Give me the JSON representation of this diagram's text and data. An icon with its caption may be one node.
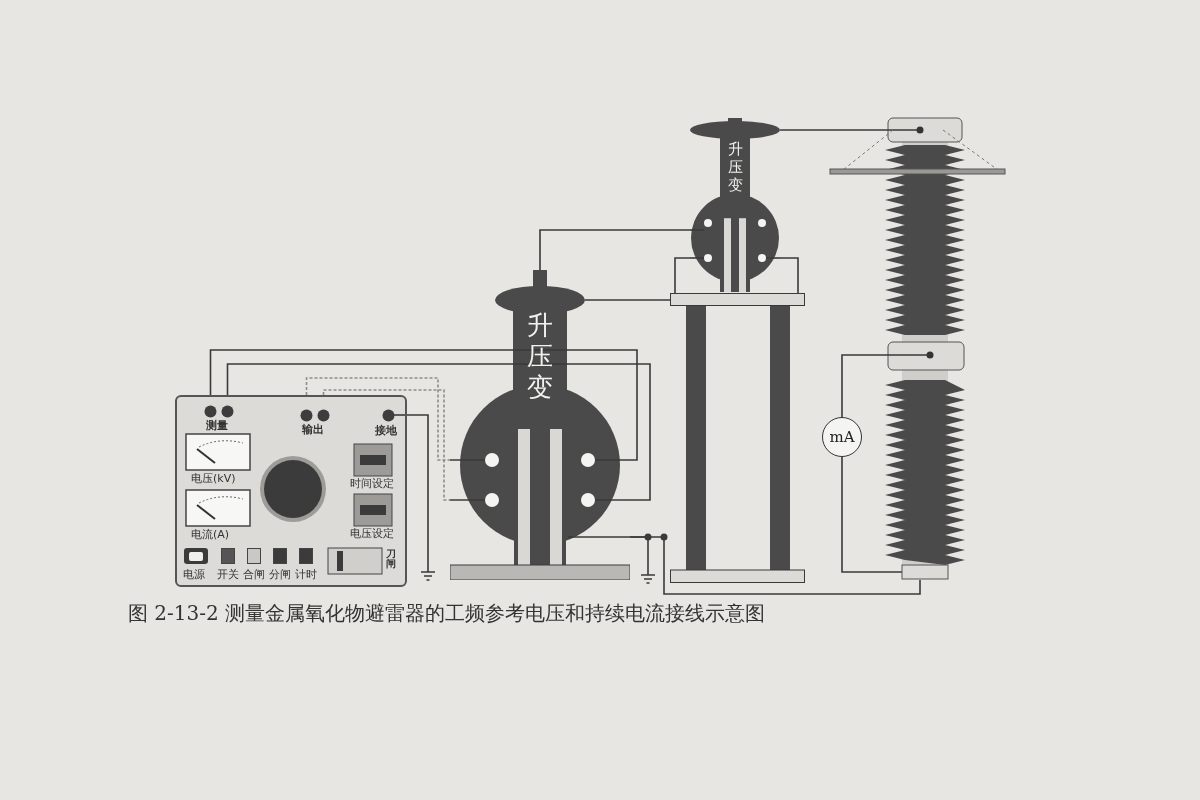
{
  "diagram": {
    "caption": "图 2-13-2 测量金属氧化物避雷器的工频参考电压和持续电流接线示意图",
    "nodes": [
      {
        "text": [
          "测量",
          "输出",
          "接地"
        ]
      },
      {
        "text": [
          "电压(kV)"
        ],
        "in": 0
      },
      {
        "text": [
          "电流(A)"
        ],
        "in": 0
      },
      {
        "text": [
          "时间设定"
        ],
        "in": 0
      },
      {
        "text": [
          "电压设定"
        ],
        "in": 0
      },
      {
        "text": [
          "刀闸"
        ],
        "in": 0
      },
      {
        "text": [
          "升压变"
        ]
      },
      {
        "text": [
          "升压变"
        ]
      },
      {
        "text": [],
        "shape": "box"
      },
      {
        "text": [],
        "shape": "picture"
      },
      {
        "text": [
          "mA"
        ]
      },
      {
        "text": [],
        "shape": "ground"
      },
      {
        "text": [],
        "shape": "ground"
      }
    ],
    "edges": [
      {
        "from": 0,
        "to": 6,
        "arrow": "none"
      },
      {
        "from": 0,
        "to": 6,
        "arrow": "none"
      },
      {
        "from": 0,
        "to": 6,
        "arrow": "none",
        "style": "dashed"
      },
      {
        "from": 0,
        "to": 6,
        "arrow": "none",
        "style": "dashed"
      },
      {
        "from": 0,
        "to": 11,
        "arrow": "none"
      },
      {
        "from": 6,
        "to": 7,
        "arrow": "none"
      },
      {
        "from": 6,
        "to": 8,
        "arrow": "none"
      },
      {
        "from": 7,
        "to": 8,
        "arrow": "none"
      },
      {
        "from": 7,
        "to": 8,
        "arrow": "none"
      },
      {
        "from": 7,
        "to": 9,
        "arrow": "none"
      },
      {
        "from": 9,
        "to": 10,
        "arrow": "none"
      },
      {
        "from": 10,
        "to": 9,
        "arrow": "none"
      },
      {
        "from": 6,
        "to": 12,
        "arrow": "none"
      },
      {
        "from": 6,
        "to": 9,
        "arrow": "none"
      }
    ],
    "labels": [
      "电源",
      "开关",
      "合闸",
      "分闸",
      "计时"
    ]
  }
}
